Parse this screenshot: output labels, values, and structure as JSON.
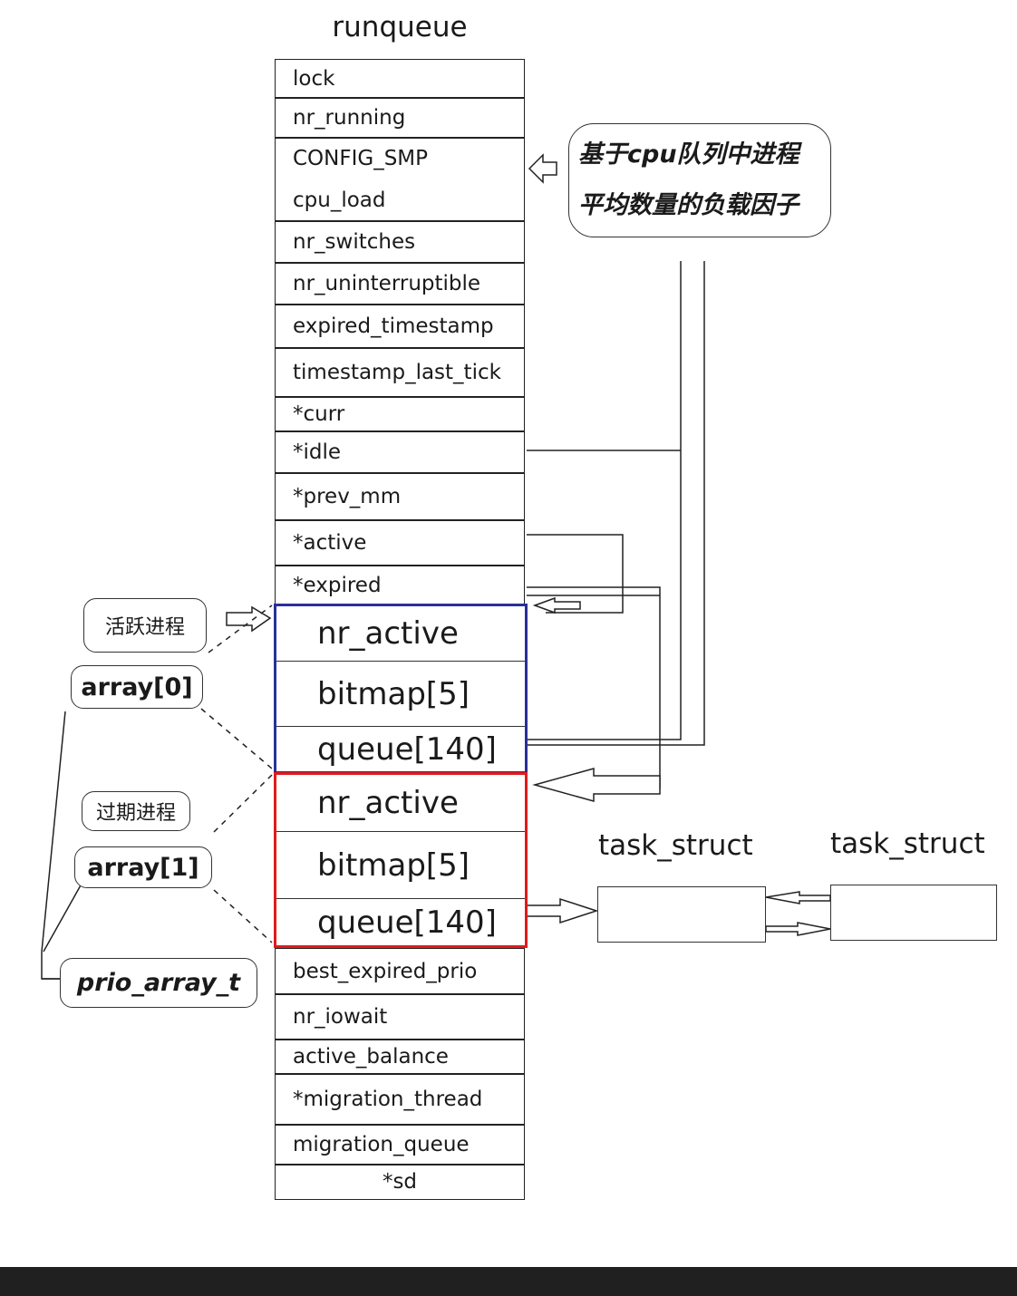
{
  "title": "runqueue",
  "fields": [
    {
      "label": "lock"
    },
    {
      "label": "nr_running"
    },
    {
      "label": "CONFIG_SMP",
      "label2": "cpu_load"
    },
    {
      "label": "nr_switches"
    },
    {
      "label": "nr_uninterruptible"
    },
    {
      "label": "expired_timestamp"
    },
    {
      "label": "timestamp_last_tick"
    },
    {
      "label": "*curr"
    },
    {
      "label": "*idle"
    },
    {
      "label": "*prev_mm"
    },
    {
      "label": "*active"
    },
    {
      "label": "*expired"
    }
  ],
  "array0": {
    "nr_active": "nr_active",
    "bitmap": "bitmap[5]",
    "queue": "queue[140]"
  },
  "array1": {
    "nr_active": "nr_active",
    "bitmap": "bitmap[5]",
    "queue": "queue[140]"
  },
  "fields_bottom": [
    {
      "label": "best_expired_prio"
    },
    {
      "label": "nr_iowait"
    },
    {
      "label": "active_balance"
    },
    {
      "label": "*migration_thread"
    },
    {
      "label": "migration_queue"
    },
    {
      "label": "*sd"
    }
  ],
  "callouts": {
    "cpu_load_line1": "基于cpu队列中进程",
    "cpu_load_line2": "平均数量的负载因子",
    "active_process": "活跃进程",
    "expired_process": "过期进程",
    "array0": "array[0]",
    "array1": "array[1]",
    "prio_array_t": "prio_array_t"
  },
  "task_structs": [
    "task_struct",
    "task_struct"
  ],
  "colors": {
    "array0_border": "#28309a",
    "array1_border": "#e21a1a",
    "footer": "#202020"
  }
}
